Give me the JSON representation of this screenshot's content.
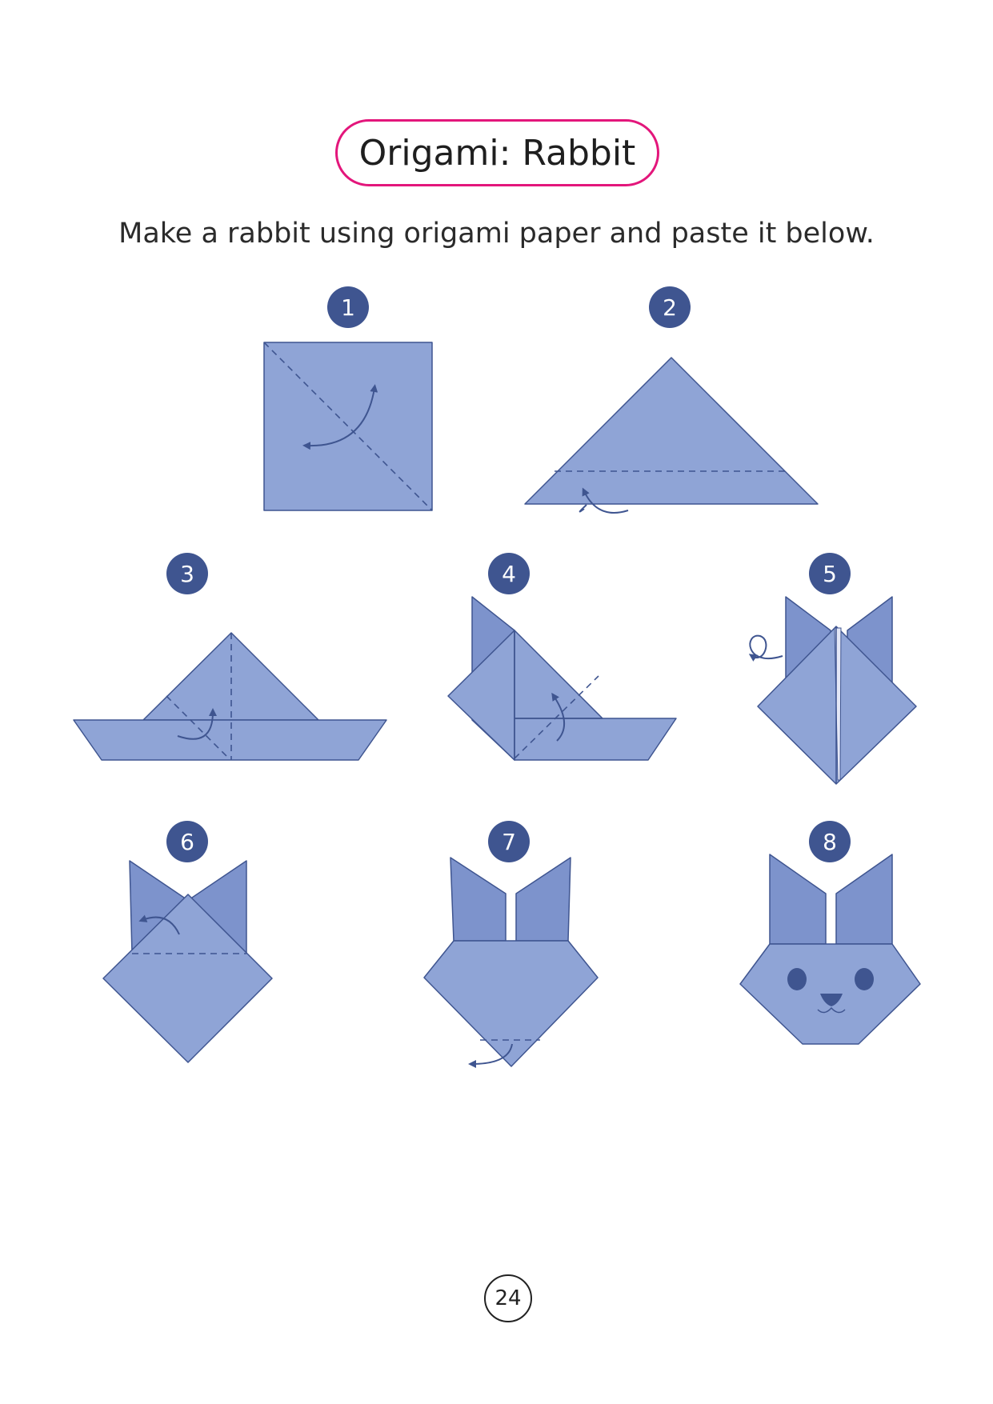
{
  "title": "Origami: Rabbit",
  "instruction": "Make a rabbit using origami paper and paste it below.",
  "steps": [
    "1",
    "2",
    "3",
    "4",
    "5",
    "6",
    "7",
    "8"
  ],
  "page_number": "24",
  "colors": {
    "paper": "#8fa4d6",
    "outline": "#3f5590",
    "badge": "#3f5590",
    "title_border": "#e3167b"
  }
}
